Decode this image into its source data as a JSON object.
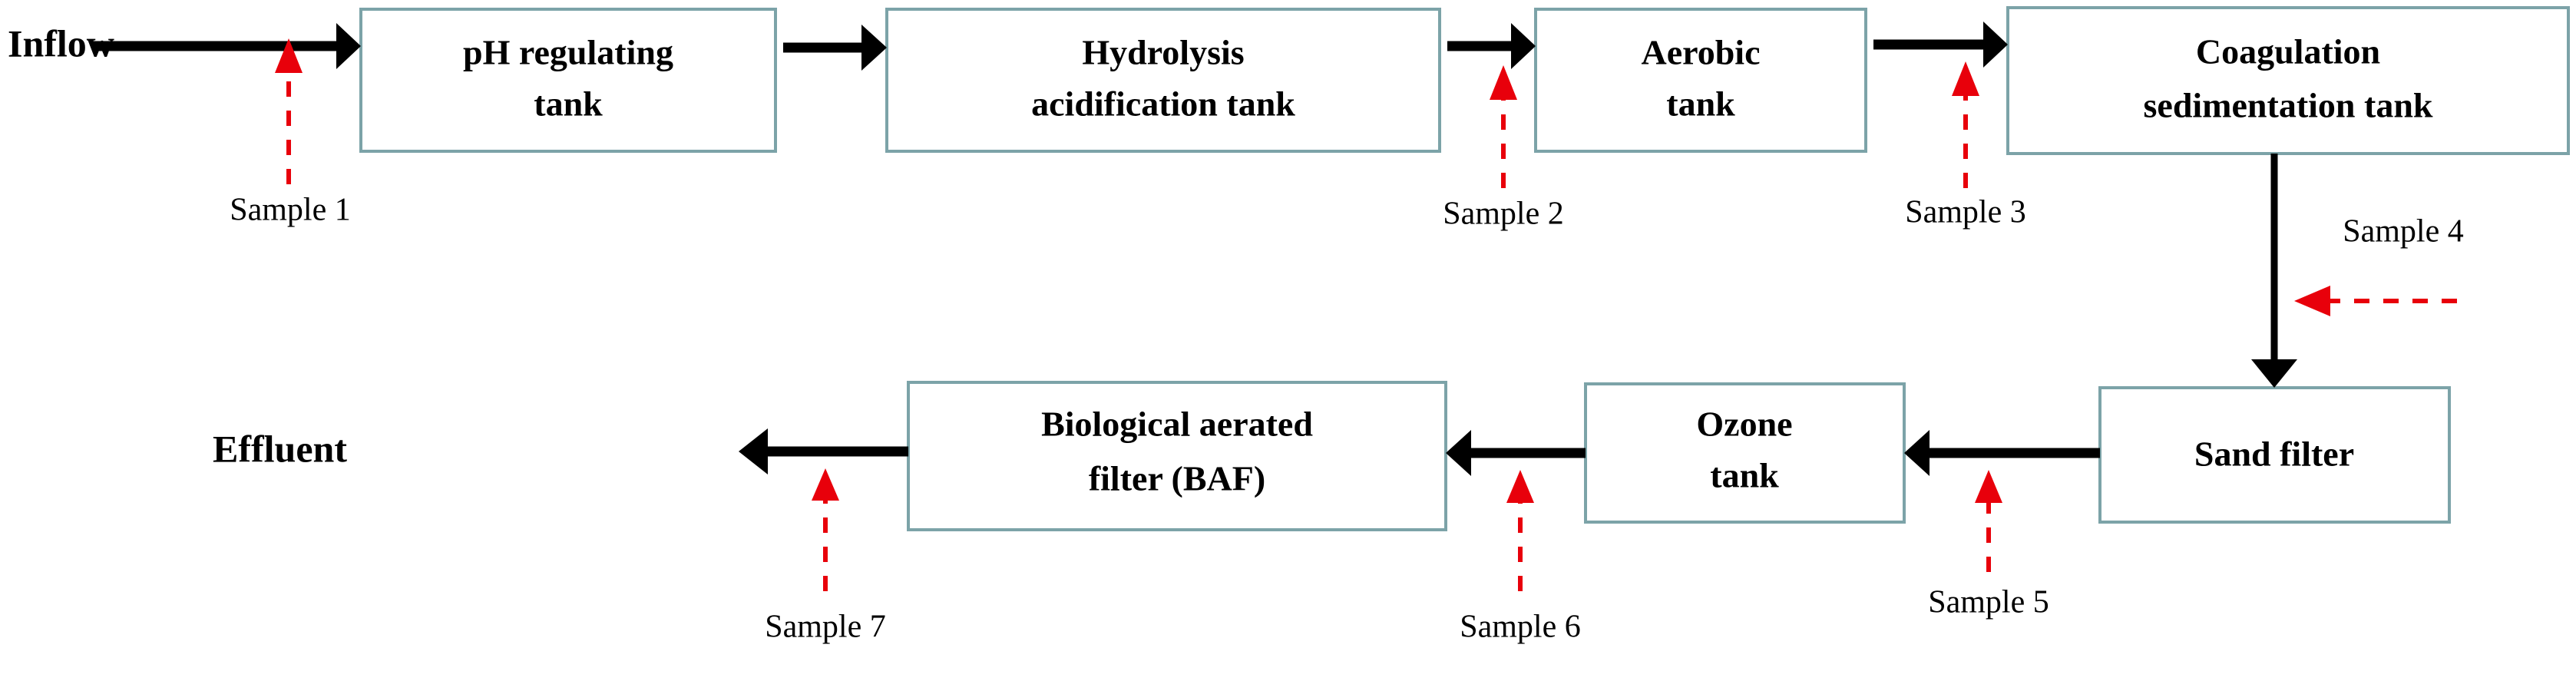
{
  "diagram": {
    "title": "Wastewater treatment process flow with sampling points",
    "colors": {
      "box_border": "#7ca3a8",
      "box_fill": "#ffffff",
      "flow_arrow": "#000000",
      "sample_arrow": "#e8000b",
      "background": "#ffffff"
    },
    "terminals": [
      {
        "id": "inflow",
        "label": "Inflow"
      },
      {
        "id": "effluent",
        "label": "Effluent"
      }
    ],
    "units": [
      {
        "id": "ph-regulating-tank",
        "line1": "pH regulating",
        "line2": "tank"
      },
      {
        "id": "hydrolysis-acidification-tank",
        "line1": "Hydrolysis",
        "line2": "acidification tank"
      },
      {
        "id": "aerobic-tank",
        "line1": "Aerobic",
        "line2": "tank"
      },
      {
        "id": "coagulation-sedimentation-tank",
        "line1": "Coagulation",
        "line2": "sedimentation tank"
      },
      {
        "id": "sand-filter",
        "line1": "Sand filter",
        "line2": ""
      },
      {
        "id": "ozone-tank",
        "line1": "Ozone",
        "line2": "tank"
      },
      {
        "id": "biological-aerated-filter",
        "line1": "Biological aerated",
        "line2": "filter (BAF)"
      }
    ],
    "sampling_points": [
      {
        "id": "sample-1",
        "label": "Sample 1",
        "at": "Inflow to pH regulating tank"
      },
      {
        "id": "sample-2",
        "label": "Sample 2",
        "at": "Hydrolysis acidification tank to Aerobic tank"
      },
      {
        "id": "sample-3",
        "label": "Sample 3",
        "at": "Aerobic tank to Coagulation sedimentation tank"
      },
      {
        "id": "sample-4",
        "label": "Sample 4",
        "at": "Coagulation sedimentation tank to Sand filter"
      },
      {
        "id": "sample-5",
        "label": "Sample 5",
        "at": "Sand filter to Ozone tank"
      },
      {
        "id": "sample-6",
        "label": "Sample 6",
        "at": "Ozone tank to Biological aerated filter"
      },
      {
        "id": "sample-7",
        "label": "Sample 7",
        "at": "Biological aerated filter to Effluent"
      }
    ]
  }
}
